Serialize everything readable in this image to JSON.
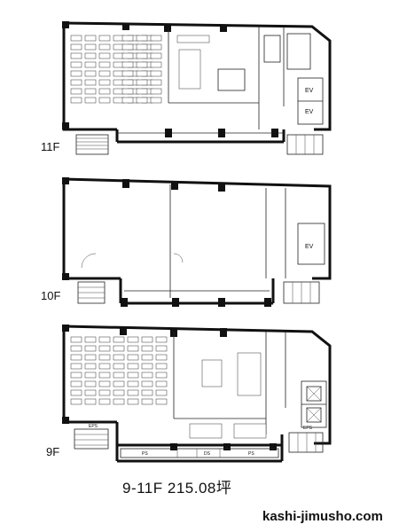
{
  "floors": {
    "f11": {
      "label": "11F"
    },
    "f10": {
      "label": "10F"
    },
    "f9": {
      "label": "9F"
    }
  },
  "rooms": {
    "ev": "EV",
    "eps": "EPS",
    "ps": "PS",
    "ds": "DS"
  },
  "caption": "9-11F 215.08坪",
  "site": "kashi-jimusho.com"
}
